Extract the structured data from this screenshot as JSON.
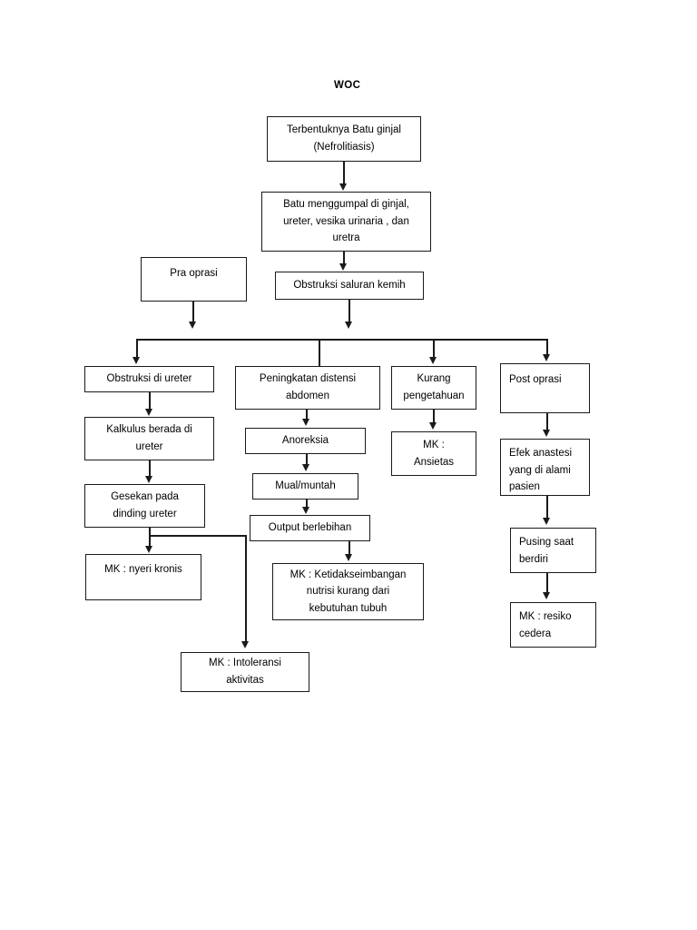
{
  "diagram": {
    "title": "WOC",
    "type": "flowchart",
    "nodes": [
      {
        "id": "n1",
        "lines": [
          "Terbentuknya Batu ginjal",
          "(Nefrolitiasis)"
        ]
      },
      {
        "id": "n2",
        "lines": [
          "Batu menggumpal di ginjal,",
          "ureter, vesika urinaria , dan",
          "uretra"
        ]
      },
      {
        "id": "n3",
        "lines": [
          "Pra oprasi"
        ]
      },
      {
        "id": "n4",
        "lines": [
          "Obstruksi saluran kemih"
        ]
      },
      {
        "id": "n5",
        "lines": [
          "Obstruksi di ureter"
        ]
      },
      {
        "id": "n6",
        "lines": [
          "Peningkatan distensi",
          "abdomen"
        ]
      },
      {
        "id": "n7",
        "lines": [
          "Kurang",
          "pengetahuan"
        ]
      },
      {
        "id": "n8",
        "lines": [
          "Post oprasi"
        ]
      },
      {
        "id": "n9",
        "lines": [
          "Kalkulus berada di",
          "ureter"
        ]
      },
      {
        "id": "n10",
        "lines": [
          "Anoreksia"
        ]
      },
      {
        "id": "n11",
        "lines": [
          "MK :",
          "Ansietas"
        ]
      },
      {
        "id": "n12",
        "lines": [
          "Efek anastesi",
          "yang di alami",
          "pasien"
        ]
      },
      {
        "id": "n13",
        "lines": [
          "Gesekan pada",
          "dinding ureter"
        ]
      },
      {
        "id": "n14",
        "lines": [
          "Mual/muntah"
        ]
      },
      {
        "id": "n15",
        "lines": [
          "Output berlebihan"
        ]
      },
      {
        "id": "n16",
        "lines": [
          "Pusing saat",
          "berdiri"
        ]
      },
      {
        "id": "n17",
        "lines": [
          "MK : nyeri kronis"
        ]
      },
      {
        "id": "n18",
        "lines": [
          "MK : Ketidakseimbangan",
          "nutrisi kurang dari",
          "kebutuhan tubuh"
        ]
      },
      {
        "id": "n19",
        "lines": [
          "MK : resiko",
          "cedera"
        ]
      },
      {
        "id": "n20",
        "lines": [
          "MK : Intoleransi",
          "aktivitas"
        ]
      }
    ]
  }
}
